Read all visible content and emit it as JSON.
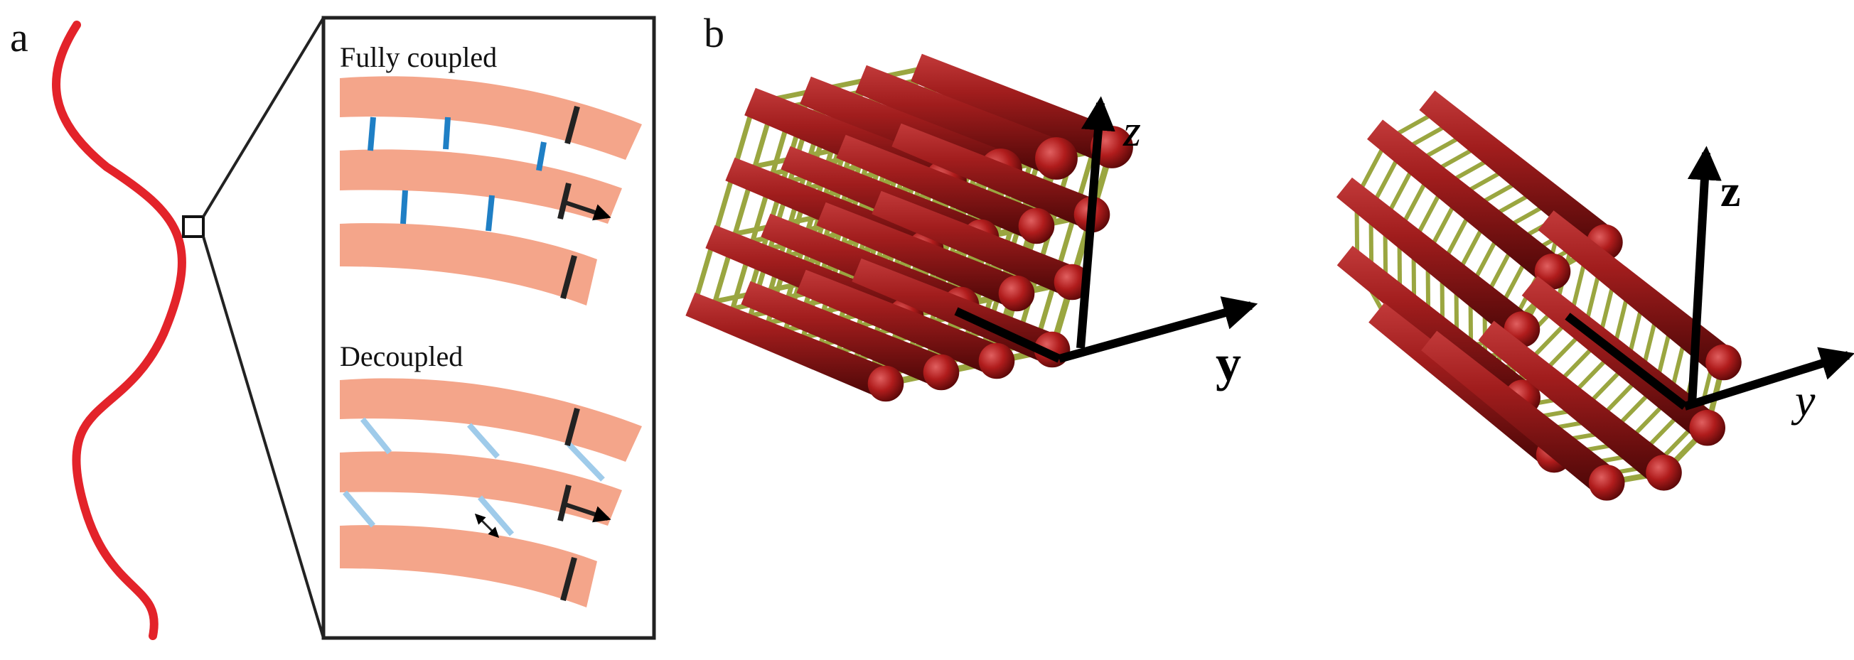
{
  "panel_a": {
    "label": "a",
    "fully_coupled_title": "Fully coupled",
    "decoupled_title": "Decoupled"
  },
  "panel_b": {
    "label": "b",
    "left_model": {
      "z_label": "z",
      "y_label": "y"
    },
    "right_model": {
      "z_label": "z",
      "y_label": "y"
    }
  },
  "colors": {
    "curve": "#e3232a",
    "layer": "#f4a58a",
    "coupling_link": "#1f7fc5",
    "decoupled_link": "#9fcbea",
    "cylinder": "#8b1414",
    "rod": "#9aa640",
    "axis": "#000000"
  }
}
